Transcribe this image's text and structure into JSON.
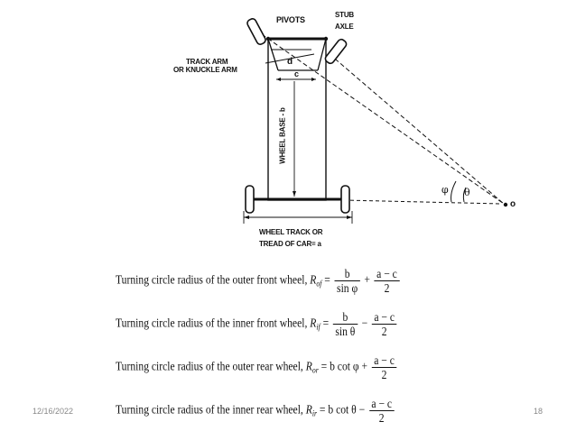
{
  "diagram": {
    "labels": {
      "pivots": "PIVOTS",
      "stub_axle_line1": "STUB",
      "stub_axle_line2": "AXLE",
      "track_arm_line1": "TRACK ARM",
      "track_arm_line2": "OR KNUCKLE ARM",
      "d": "d",
      "c": "c",
      "wheel_base": "WHEEL BASE - b",
      "phi": "φ",
      "theta": "θ",
      "origin": "o",
      "wheel_track_line1": "WHEEL TRACK OR",
      "wheel_track_line2": "TREAD OF CAR= a"
    }
  },
  "formulas": [
    {
      "text": "Turning circle radius of the outer front wheel, ",
      "sym": "R",
      "sub": "of",
      "eq": " = ",
      "f1_num": "b",
      "f1_den": "sin φ",
      "op": " + ",
      "f2_num": "a − c",
      "f2_den": "2"
    },
    {
      "text": "Turning circle radius of the inner front wheel, ",
      "sym": "R",
      "sub": "if",
      "eq": " = ",
      "f1_num": "b",
      "f1_den": "sin θ",
      "op": " − ",
      "f2_num": "a − c",
      "f2_den": "2"
    },
    {
      "text": "Turning circle radius of the outer rear wheel, ",
      "sym": "R",
      "sub": "or",
      "eq": " = ",
      "rhs": "b cot φ + ",
      "f2_num": "a − c",
      "f2_den": "2"
    },
    {
      "text": "Turning circle radius of the inner rear wheel, ",
      "sym": "R",
      "sub": "ir",
      "eq": " = ",
      "rhs": "b cot θ − ",
      "f2_num": "a − c",
      "f2_den": "2"
    }
  ],
  "footer": {
    "date": "12/16/2022",
    "page": "18"
  }
}
